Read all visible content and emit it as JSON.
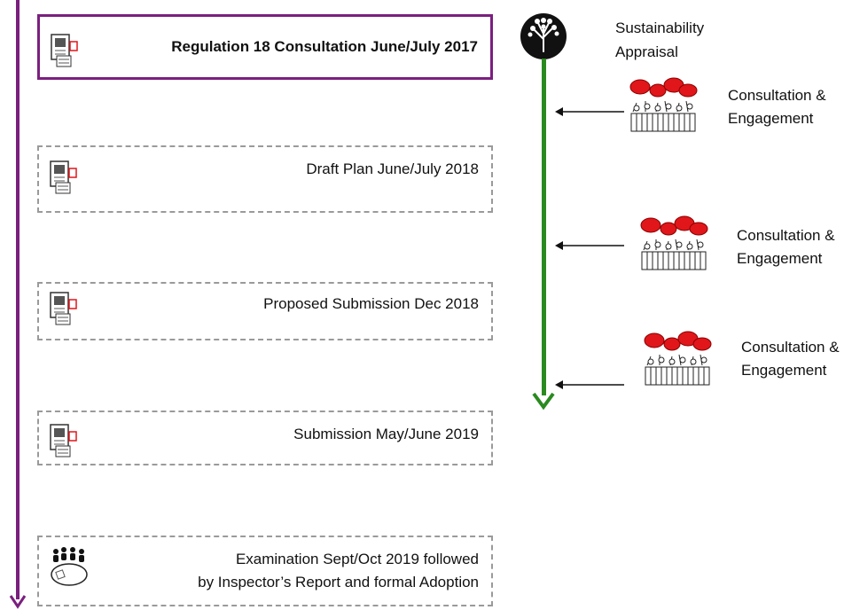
{
  "stages": [
    {
      "label": "Regulation 18 Consultation June/July 2017",
      "status": "current",
      "icon": "document-icon"
    },
    {
      "label": "Draft Plan June/July 2018",
      "status": "future",
      "icon": "document-icon"
    },
    {
      "label": "Proposed Submission Dec 2018",
      "status": "future",
      "icon": "document-icon"
    },
    {
      "label": "Submission May/June 2019",
      "status": "future",
      "icon": "document-icon"
    },
    {
      "label": "Examination Sept/Oct 2019 followed\nby Inspector’s Report and formal Adoption",
      "status": "future",
      "icon": "meeting-table-icon"
    }
  ],
  "sustainability_appraisal": {
    "label": "Sustainability\nAppraisal",
    "icon": "tree-icon"
  },
  "consultations": [
    {
      "label": "Consultation &\nEngagement",
      "icon": "crowd-speech-icon"
    },
    {
      "label": "Consultation &\nEngagement",
      "icon": "crowd-speech-icon"
    },
    {
      "label": "Consultation &\nEngagement",
      "icon": "crowd-speech-icon"
    }
  ],
  "colors": {
    "timeline": "#7b1f7f",
    "appraisal_line": "#2a8a1f",
    "dashed_border": "#9a9a9a",
    "speech_bubble": "#e0161b"
  }
}
